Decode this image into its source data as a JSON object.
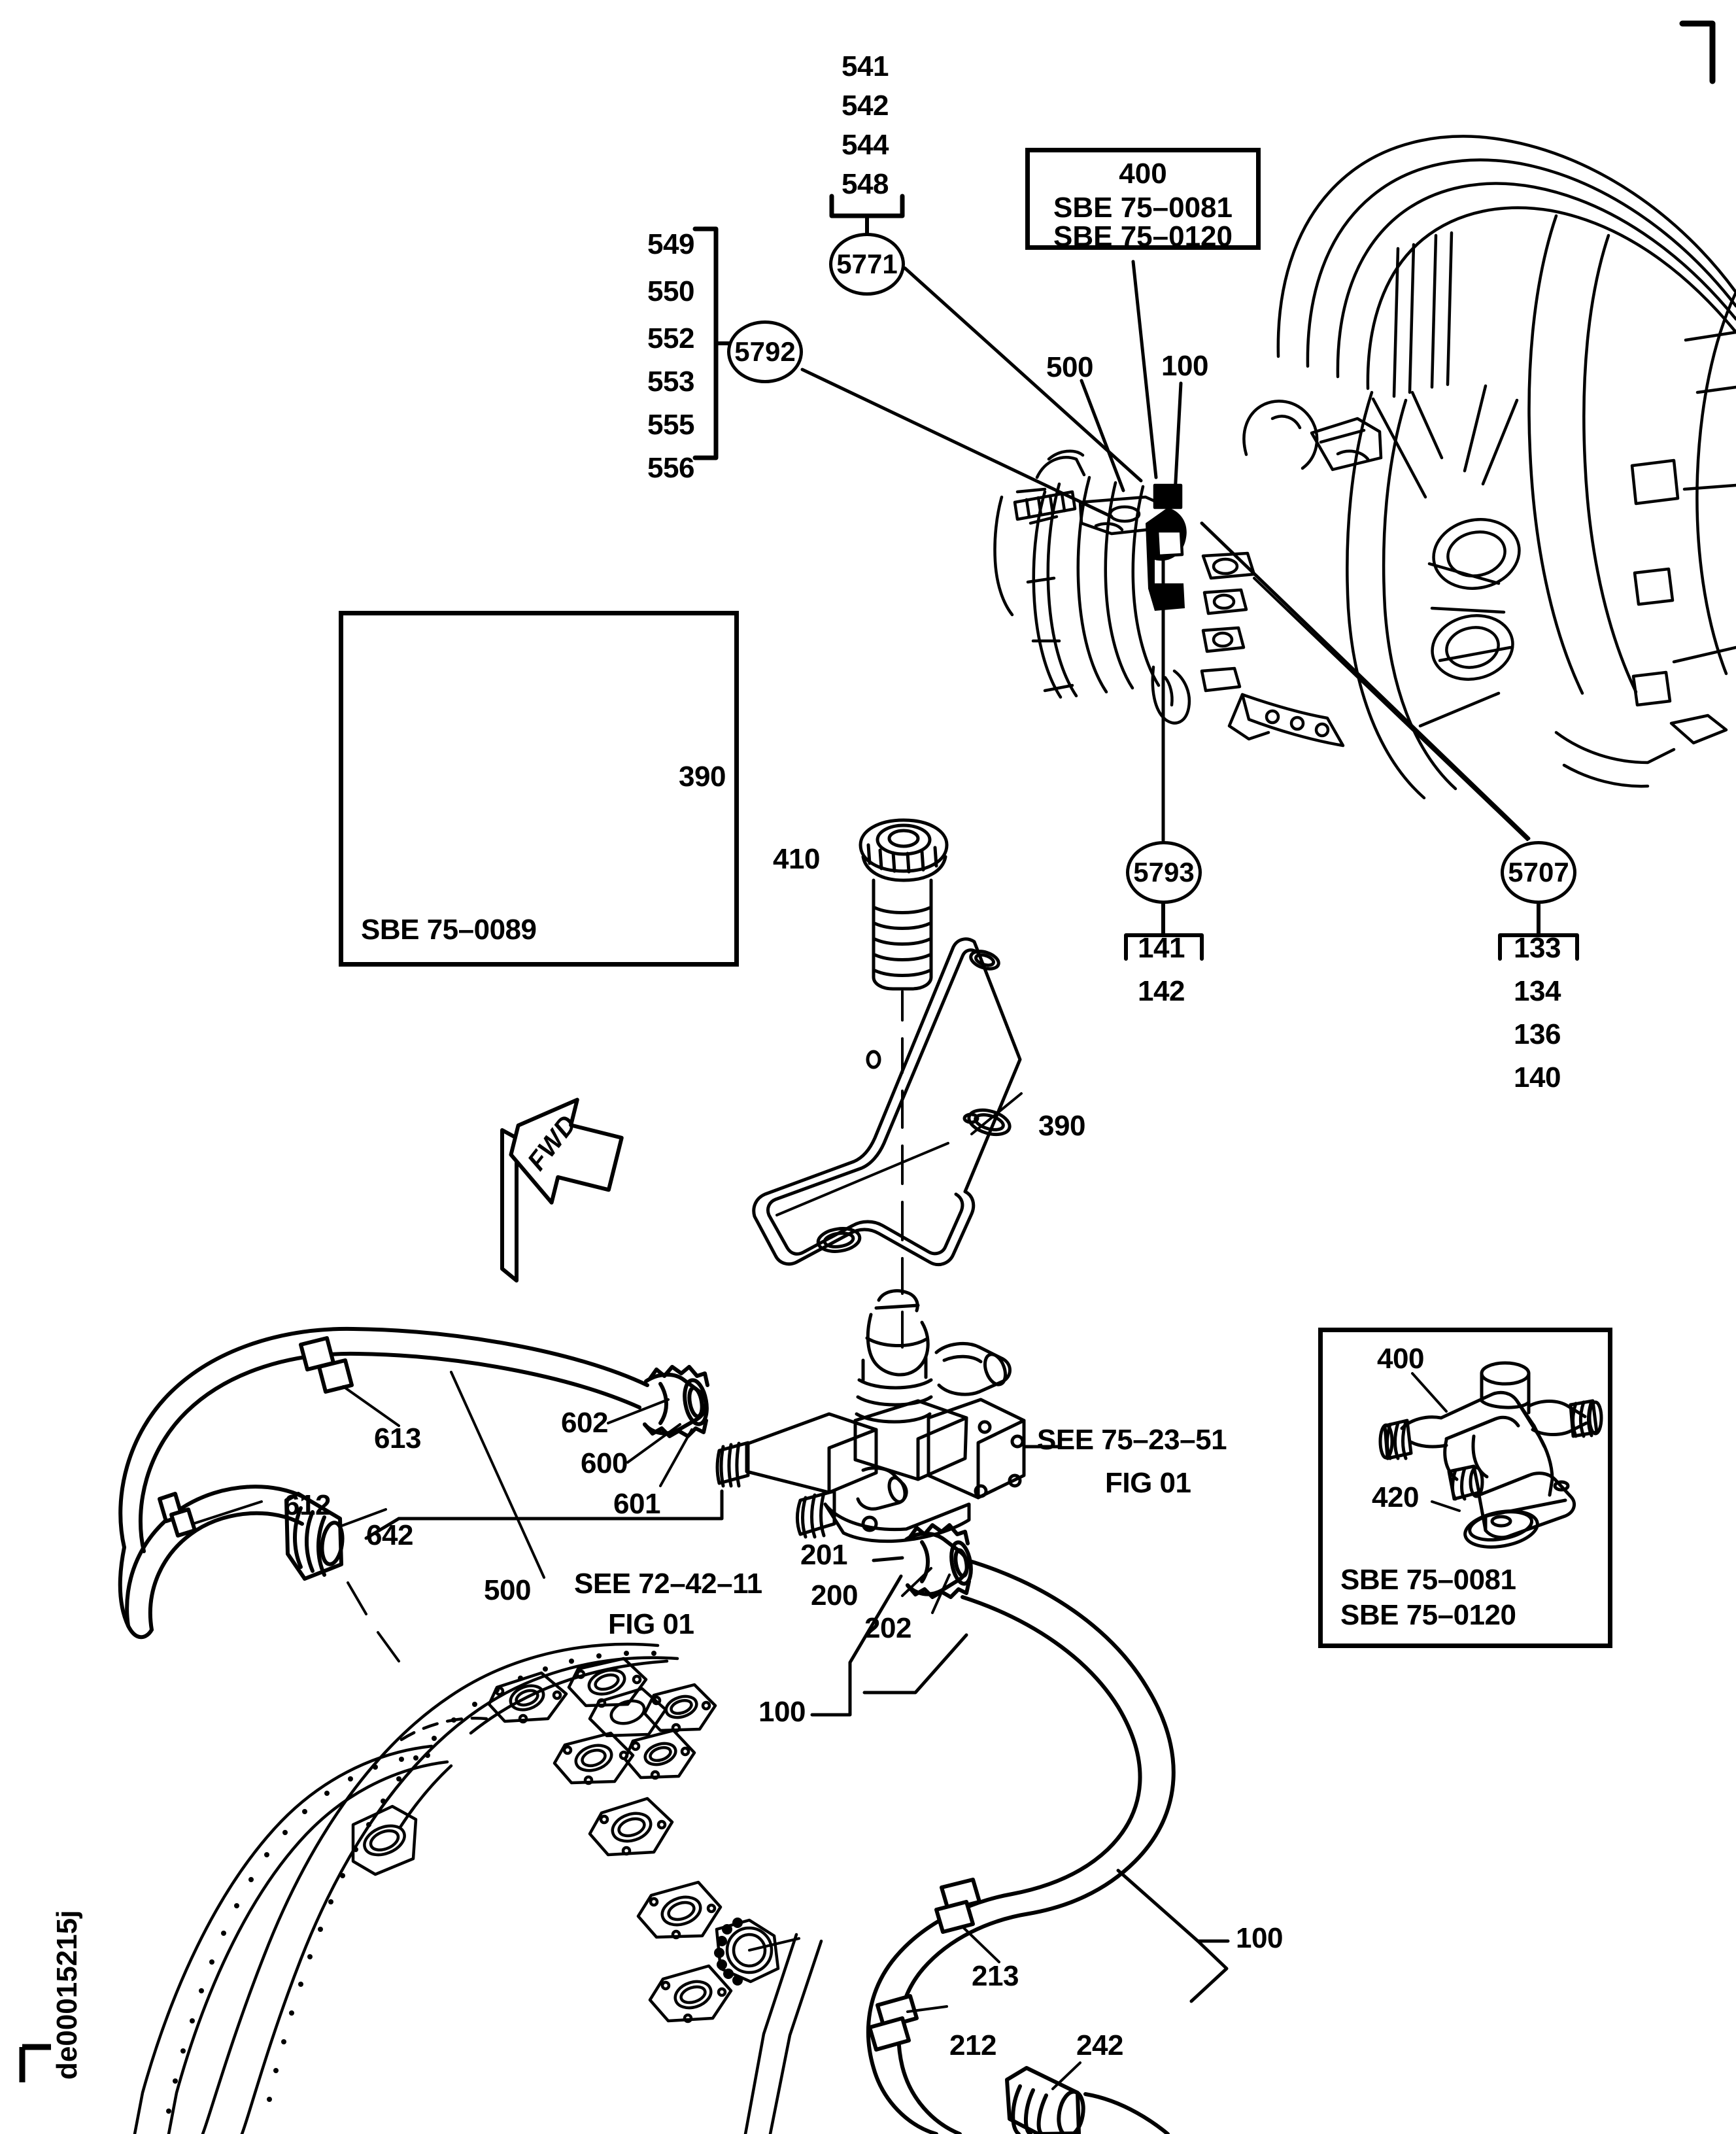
{
  "document": {
    "figure_id": "de00015215j",
    "type": "aircraft-engine-parts-illustration",
    "corner_mark": "registration-corner"
  },
  "callouts": {
    "top_group_left": {
      "bracket_items": [
        "549",
        "550",
        "552",
        "553",
        "555",
        "556"
      ],
      "circle_ref": "5792"
    },
    "top_group_center": {
      "items": [
        "541",
        "542",
        "544"
      ],
      "bracketed_item": "548",
      "circle_ref": "5771"
    },
    "bottom_group_center": {
      "circle_ref": "5793",
      "bracketed_item": "141",
      "items": [
        "142"
      ]
    },
    "bottom_group_right": {
      "circle_ref": "5707",
      "bracketed_item": "133",
      "items": [
        "134",
        "136",
        "140"
      ]
    }
  },
  "boxes": {
    "sbe_top": {
      "lines": [
        "400",
        "SBE 75–0081",
        "SBE 75–0120"
      ]
    },
    "inset_bracket": {
      "part_label": "390",
      "caption": "SBE 75–0089"
    },
    "inset_manifold": {
      "part_label_upper": "400",
      "part_label_lower": "420",
      "caption_line1": "SBE 75–0081",
      "caption_line2": "SBE 75–0120"
    }
  },
  "part_labels": {
    "engine_500": "500",
    "engine_100": "100",
    "bolt_410": "410",
    "bracket_390": "390",
    "hose_613": "613",
    "hose_612": "612",
    "fitting_642": "642",
    "clamp_602": "602",
    "clamp_600": "600",
    "clamp_601": "601",
    "hose_500": "500",
    "valve_201": "201",
    "valve_200": "200",
    "valve_202": "202",
    "tube_100_mid": "100",
    "tube_100_right": "100",
    "clip_213": "213",
    "clip_212": "212",
    "fitting_242": "242"
  },
  "references": {
    "see_75_23_51_line1": "SEE 75–23–51",
    "see_75_23_51_line2": "FIG 01",
    "see_72_42_11_line1": "SEE 72–42–11",
    "see_72_42_11_line2": "FIG 01"
  },
  "direction_arrow": {
    "label": "FWD"
  }
}
